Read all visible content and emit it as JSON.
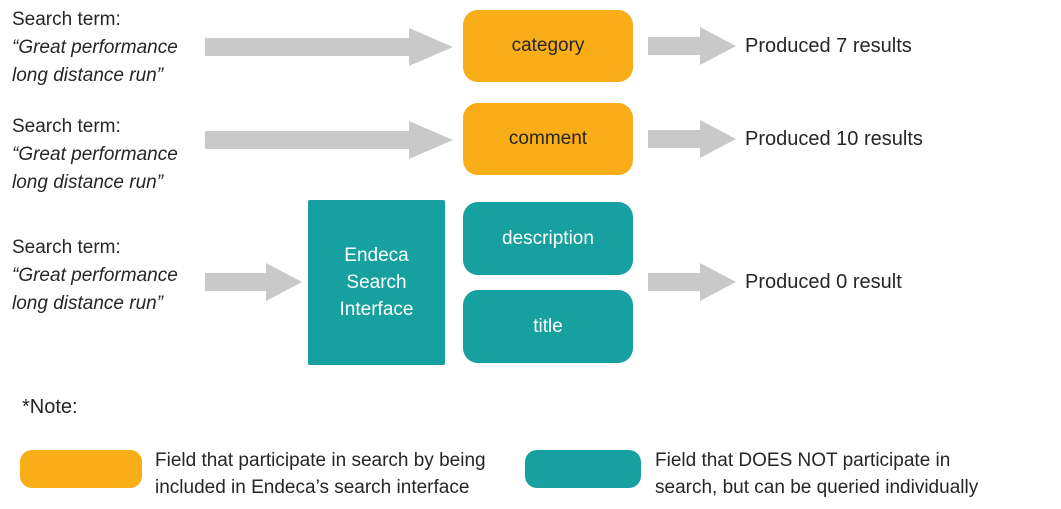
{
  "colors": {
    "orange": "#F9AD17",
    "teal": "#17A0A0",
    "arrow": "#C9C9C9",
    "ink": "#262626"
  },
  "rows": [
    {
      "search_label": "Search term:",
      "quote_line1": "“Great performance",
      "quote_line2": "long distance run”",
      "box_label": "category",
      "result": "Produced 7 results"
    },
    {
      "search_label": "Search term:",
      "quote_line1": "“Great performance",
      "quote_line2": "long distance run”",
      "box_label": "comment",
      "result": "Produced 10 results"
    },
    {
      "search_label": "Search term:",
      "quote_line1": "“Great performance",
      "quote_line2": "long distance run”",
      "interface_line1": "Endeca",
      "interface_line2": "Search",
      "interface_line3": "Interface",
      "field_top": "description",
      "field_bottom": "title",
      "result": "Produced 0 result"
    }
  ],
  "note_label": "*Note:",
  "legend": [
    {
      "swatch": "orange",
      "line1": "Field that participate in search by being",
      "line2": "included in Endeca’s search interface"
    },
    {
      "swatch": "teal",
      "line1": "Field that DOES NOT participate in",
      "line2": "search, but can be queried individually"
    }
  ]
}
